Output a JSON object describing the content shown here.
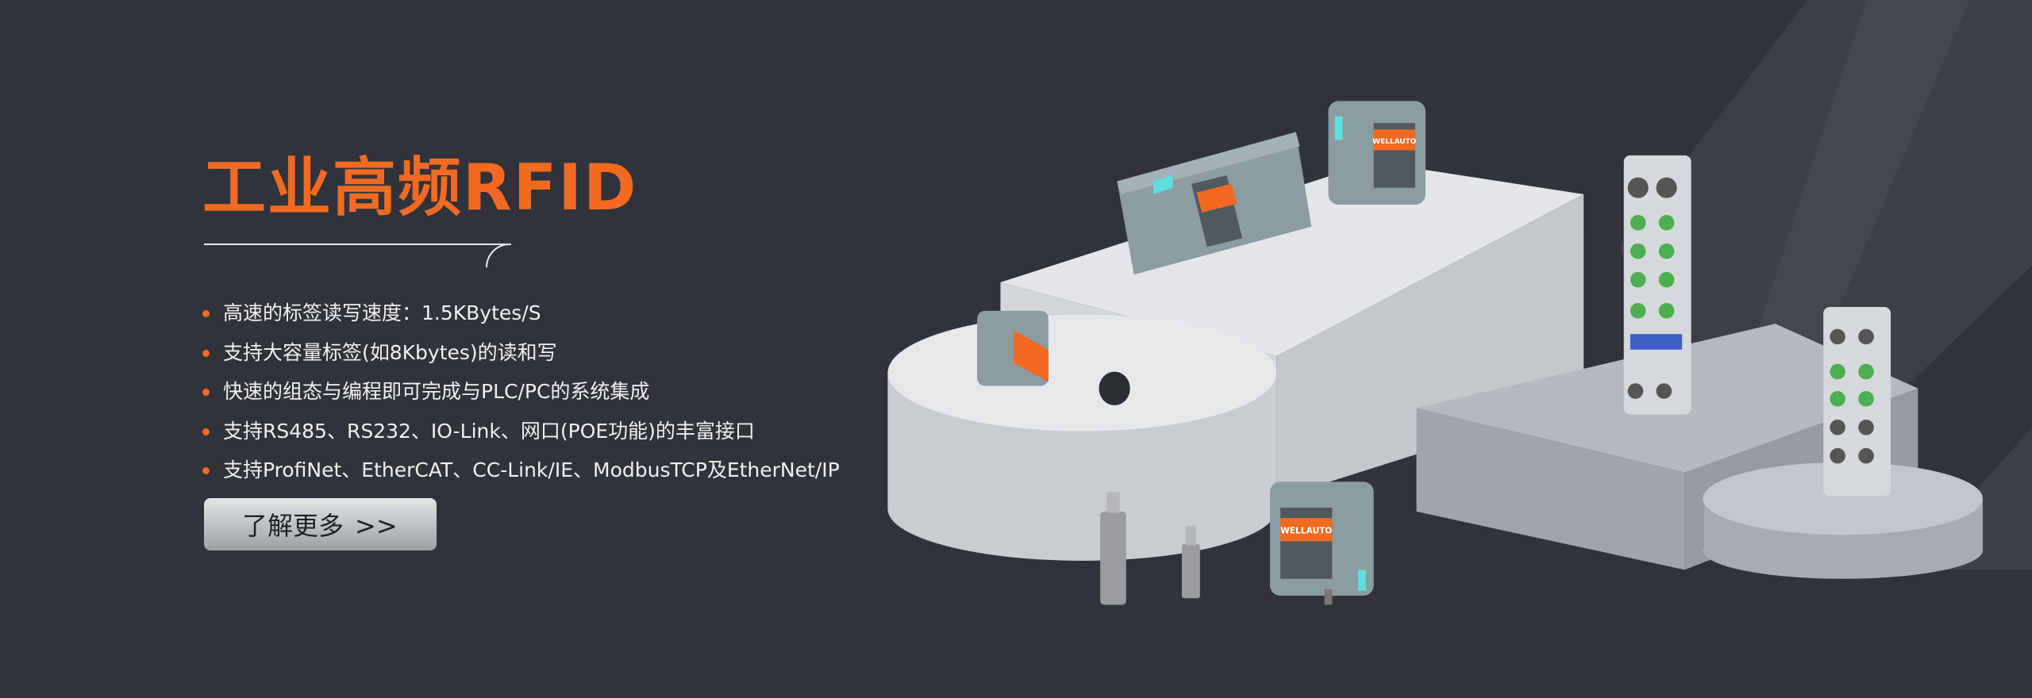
{
  "banner": {
    "title": "工业高频RFID",
    "features": [
      "高速的标签读写速度：1.5KBytes/S",
      "支持大容量标签(如8Kbytes)的读和写",
      "快速的组态与编程即可完成与PLC/PC的系统集成",
      "支持RS485、RS232、IO-Link、网口(POE功能)的丰富接口",
      "支持ProfiNet、EtherCAT、CC-Link/IE、ModbusTCP及EtherNet/IP"
    ],
    "button": {
      "label": "了解更多",
      "arrow": ">>"
    },
    "brand_label": "WELLAUTO"
  },
  "colors": {
    "background": "#30333b",
    "accent": "#f26a21",
    "device": "#8b9ca3",
    "teal": "#5fe0e0"
  }
}
